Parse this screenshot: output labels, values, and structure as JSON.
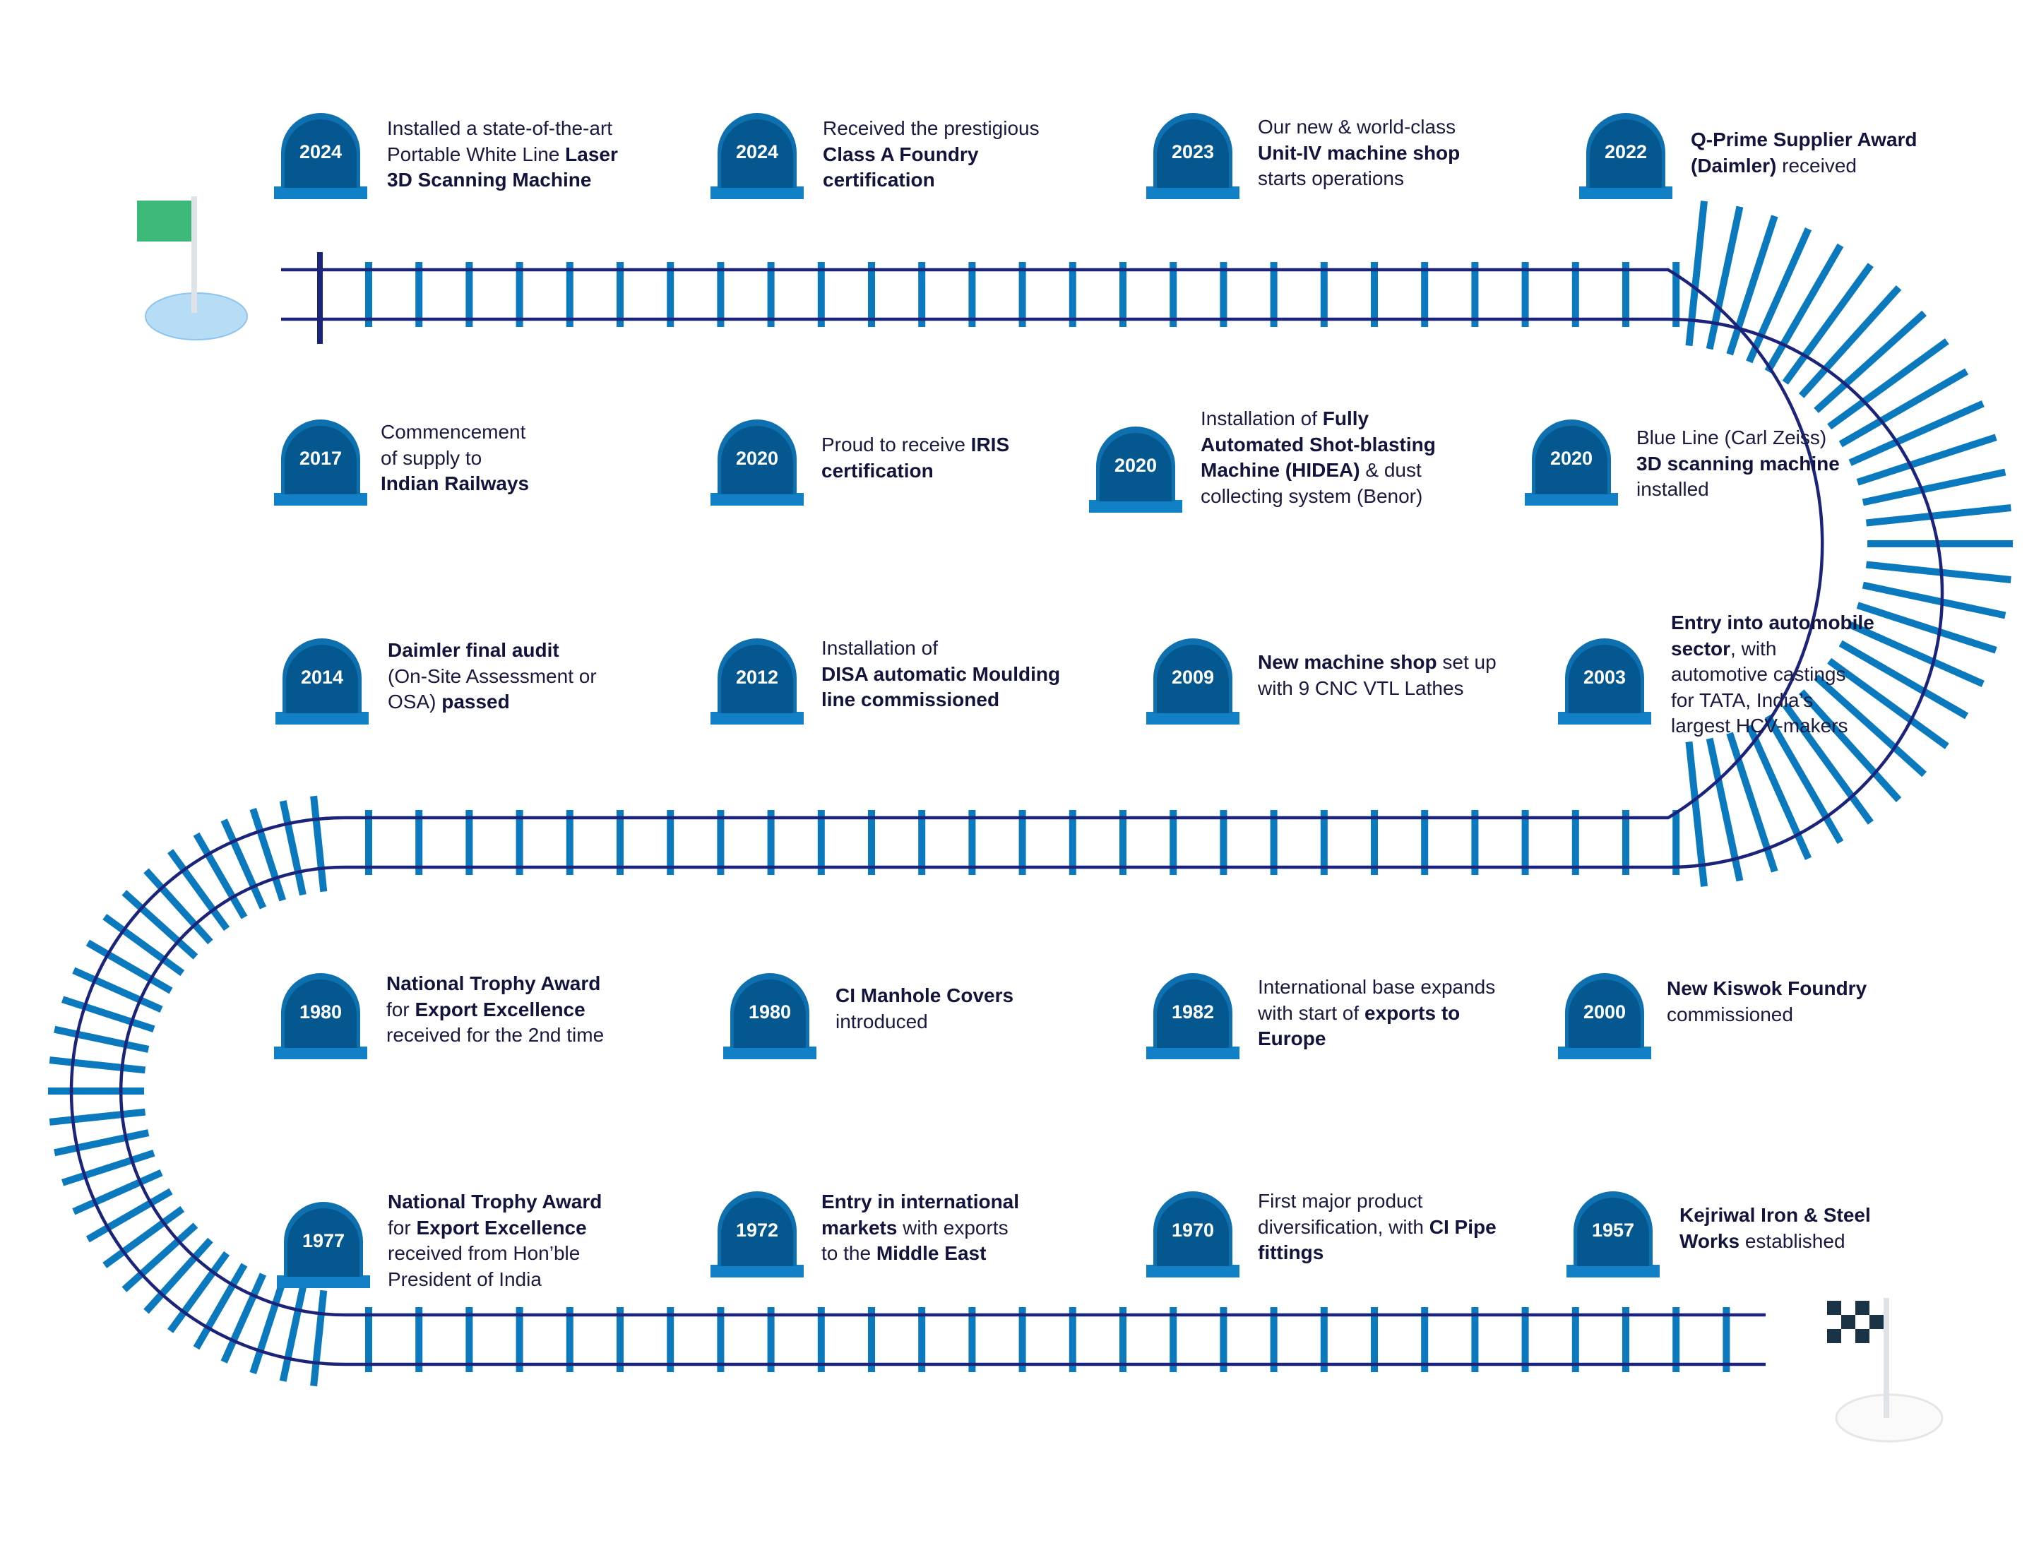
{
  "colors": {
    "tie": "#0a79bd",
    "rail": "#1b237a",
    "stone_body": "#04588f",
    "stone_base": "#1180c6",
    "stone_top": "#0f70b0",
    "text": "#12143c",
    "start_flag": "#3cb878",
    "finish_flag": "#1b3347"
  },
  "icons": {
    "start": "green-start-flag-icon",
    "finish": "checkered-finish-flag-icon",
    "milestone": "milestone-stone-icon"
  },
  "milestones": [
    {
      "year": "2024",
      "lines": [
        [
          {
            "t": "Installed a state-of-the-art"
          }
        ],
        [
          {
            "t": "Portable White Line "
          },
          {
            "t": "Laser",
            "b": 1
          }
        ],
        [
          {
            "t": "3D Scanning Machine",
            "b": 1
          }
        ]
      ]
    },
    {
      "year": "2024",
      "lines": [
        [
          {
            "t": "Received the prestigious"
          }
        ],
        [
          {
            "t": "Class A Foundry",
            "b": 1
          }
        ],
        [
          {
            "t": "certification",
            "b": 1
          }
        ]
      ]
    },
    {
      "year": "2023",
      "lines": [
        [
          {
            "t": "Our new & world-class"
          }
        ],
        [
          {
            "t": "Unit-IV machine shop",
            "b": 1
          }
        ],
        [
          {
            "t": "starts operations"
          }
        ]
      ]
    },
    {
      "year": "2022",
      "lines": [
        [
          {
            "t": "Q-Prime Supplier Award",
            "b": 1
          }
        ],
        [
          {
            "t": "(Daimler)",
            "b": 1
          },
          {
            "t": " received"
          }
        ]
      ]
    },
    {
      "year": "2017",
      "lines": [
        [
          {
            "t": "Commencement"
          }
        ],
        [
          {
            "t": "of supply to"
          }
        ],
        [
          {
            "t": "Indian Railways",
            "b": 1
          }
        ]
      ]
    },
    {
      "year": "2020",
      "lines": [
        [
          {
            "t": "Proud to receive "
          },
          {
            "t": "IRIS",
            "b": 1
          }
        ],
        [
          {
            "t": "certification",
            "b": 1
          }
        ]
      ]
    },
    {
      "year": "2020",
      "lines": [
        [
          {
            "t": "Installation of "
          },
          {
            "t": "Fully",
            "b": 1
          }
        ],
        [
          {
            "t": "Automated Shot-blasting",
            "b": 1
          }
        ],
        [
          {
            "t": "Machine (HIDEA)",
            "b": 1
          },
          {
            "t": " & dust"
          }
        ],
        [
          {
            "t": "collecting system (Benor)"
          }
        ]
      ]
    },
    {
      "year": "2020",
      "lines": [
        [
          {
            "t": "Blue Line (Carl Zeiss)"
          }
        ],
        [
          {
            "t": "3D scanning machine",
            "b": 1
          }
        ],
        [
          {
            "t": "installed"
          }
        ]
      ]
    },
    {
      "year": "2014",
      "lines": [
        [
          {
            "t": "Daimler final audit",
            "b": 1
          }
        ],
        [
          {
            "t": "(On-Site Assessment or"
          }
        ],
        [
          {
            "t": "OSA) "
          },
          {
            "t": "passed",
            "b": 1
          }
        ]
      ]
    },
    {
      "year": "2012",
      "lines": [
        [
          {
            "t": "Installation of"
          }
        ],
        [
          {
            "t": "DISA automatic Moulding",
            "b": 1
          }
        ],
        [
          {
            "t": "line commissioned",
            "b": 1
          }
        ]
      ]
    },
    {
      "year": "2009",
      "lines": [
        [
          {
            "t": "New machine shop",
            "b": 1
          },
          {
            "t": " set up"
          }
        ],
        [
          {
            "t": "with 9 CNC VTL Lathes"
          }
        ]
      ]
    },
    {
      "year": "2003",
      "lines": [
        [
          {
            "t": "Entry into automobile",
            "b": 1
          }
        ],
        [
          {
            "t": "sector",
            "b": 1
          },
          {
            "t": ", with"
          }
        ],
        [
          {
            "t": "automotive castings"
          }
        ],
        [
          {
            "t": "for TATA, India’s"
          }
        ],
        [
          {
            "t": "largest HCV-makers"
          }
        ]
      ]
    },
    {
      "year": "1980",
      "lines": [
        [
          {
            "t": "National Trophy Award",
            "b": 1
          }
        ],
        [
          {
            "t": "for "
          },
          {
            "t": "Export Excellence",
            "b": 1
          }
        ],
        [
          {
            "t": "received for the 2nd time"
          }
        ]
      ]
    },
    {
      "year": "1980",
      "lines": [
        [
          {
            "t": "CI Manhole Covers",
            "b": 1
          }
        ],
        [
          {
            "t": "introduced"
          }
        ]
      ]
    },
    {
      "year": "1982",
      "lines": [
        [
          {
            "t": "International base expands"
          }
        ],
        [
          {
            "t": "with start of "
          },
          {
            "t": "exports to",
            "b": 1
          }
        ],
        [
          {
            "t": "Europe",
            "b": 1
          }
        ]
      ]
    },
    {
      "year": "2000",
      "lines": [
        [
          {
            "t": "New Kiswok Foundry",
            "b": 1
          }
        ],
        [
          {
            "t": "commissioned"
          }
        ]
      ]
    },
    {
      "year": "1977",
      "lines": [
        [
          {
            "t": "National Trophy Award",
            "b": 1
          }
        ],
        [
          {
            "t": "for "
          },
          {
            "t": "Export Excellence",
            "b": 1
          }
        ],
        [
          {
            "t": "received from Hon’ble"
          }
        ],
        [
          {
            "t": "President of India"
          }
        ]
      ]
    },
    {
      "year": "1972",
      "lines": [
        [
          {
            "t": "Entry in international",
            "b": 1
          }
        ],
        [
          {
            "t": "markets",
            "b": 1
          },
          {
            "t": " with exports"
          }
        ],
        [
          {
            "t": "to the "
          },
          {
            "t": "Middle East",
            "b": 1
          }
        ]
      ]
    },
    {
      "year": "1970",
      "lines": [
        [
          {
            "t": "First major product"
          }
        ],
        [
          {
            "t": "diversification, with  "
          },
          {
            "t": "CI Pipe",
            "b": 1
          }
        ],
        [
          {
            "t": "fittings",
            "b": 1
          }
        ]
      ]
    },
    {
      "year": "1957",
      "lines": [
        [
          {
            "t": "Kejriwal Iron & Steel",
            "b": 1
          }
        ],
        [
          {
            "t": "Works",
            "b": 1
          },
          {
            "t": " established"
          }
        ]
      ]
    }
  ]
}
